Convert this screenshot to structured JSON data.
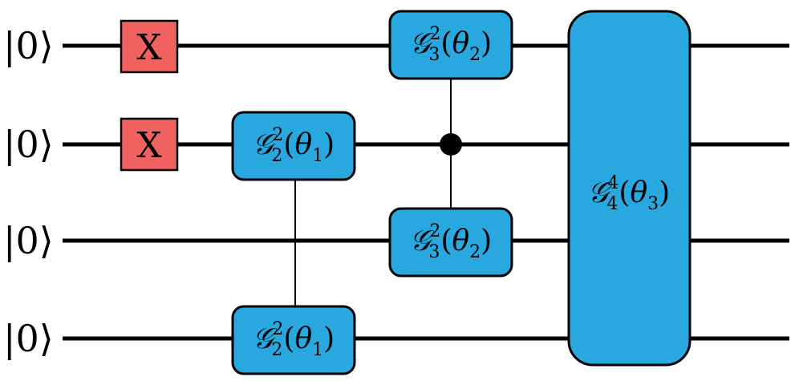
{
  "qubits": [
    {
      "label": "|0⟩"
    },
    {
      "label": "|0⟩"
    },
    {
      "label": "|0⟩"
    },
    {
      "label": "|0⟩"
    }
  ],
  "gates": [
    {
      "kind": "X",
      "label": "X",
      "qubit": 0
    },
    {
      "kind": "X",
      "label": "X",
      "qubit": 1
    },
    {
      "kind": "G",
      "symbol": "𝒢",
      "sub": "2",
      "sup": "2",
      "param": "θ",
      "param_sub": "1",
      "qubits": [
        1,
        3
      ]
    },
    {
      "kind": "G",
      "symbol": "𝒢",
      "sub": "3",
      "sup": "2",
      "param": "θ",
      "param_sub": "2",
      "qubits": [
        0,
        2
      ],
      "control": 1
    },
    {
      "kind": "G",
      "symbol": "𝒢",
      "sub": "4",
      "sup": "4",
      "param": "θ",
      "param_sub": "3",
      "qubits": [
        0,
        1,
        2,
        3
      ]
    }
  ],
  "colors": {
    "x_gate": "#f0625f",
    "g_gate": "#29a8e0",
    "wire": "#000000"
  }
}
